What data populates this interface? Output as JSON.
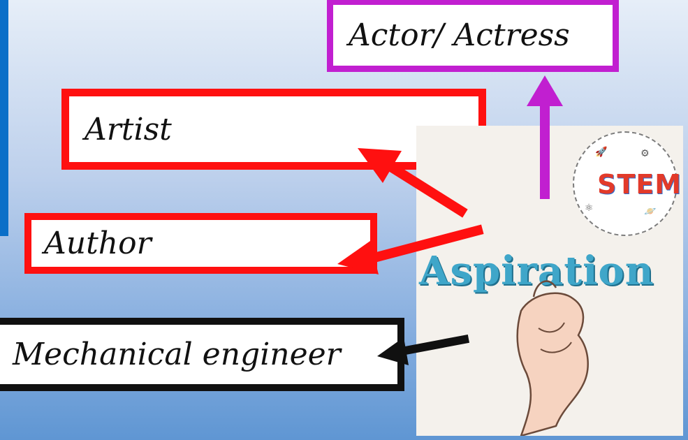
{
  "labels": {
    "actor": "Actor/ Actress",
    "artist": "Artist",
    "author": "Author",
    "mechanical": "Mechanical engineer"
  },
  "image": {
    "stem_text": "STEM",
    "aspiration_text": "Aspiration"
  },
  "colors": {
    "pink": "#c11fd0",
    "red": "#ff1010",
    "black": "#101010"
  }
}
